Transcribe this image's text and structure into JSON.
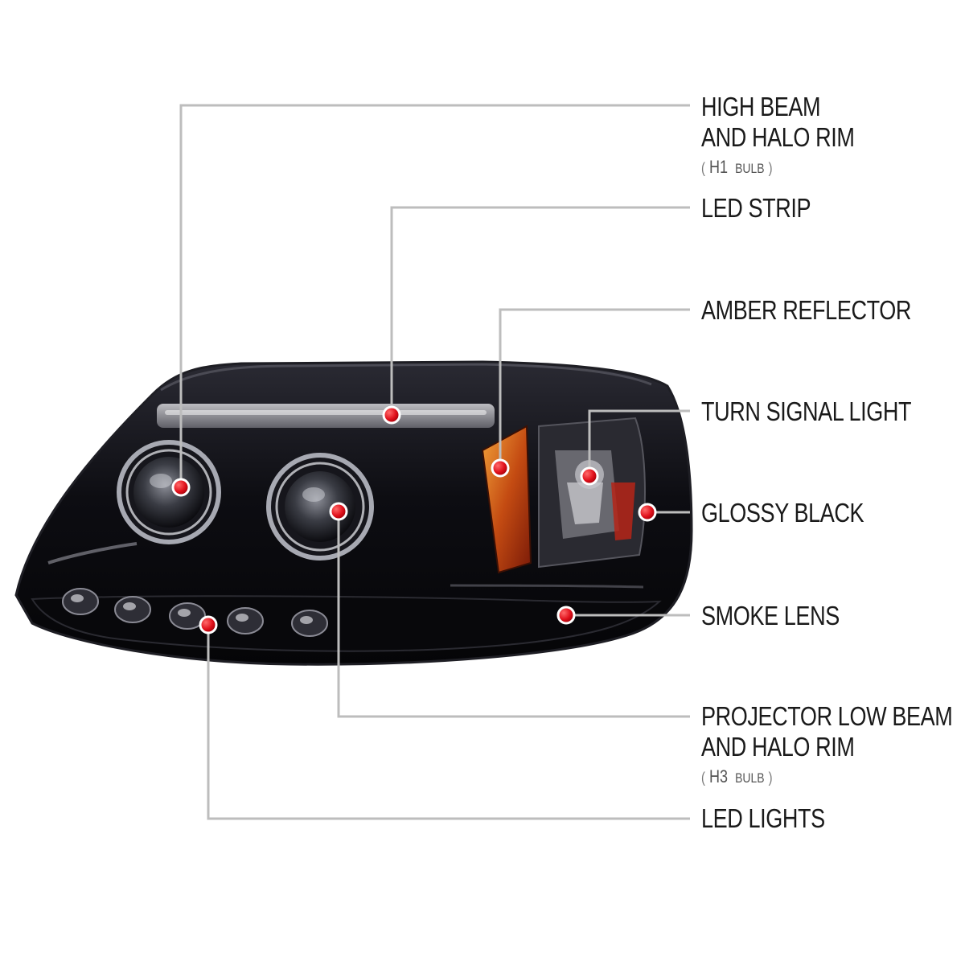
{
  "colors": {
    "leader_line": "#bdbdbd",
    "marker": "#e0101b",
    "marker_highlight": "#ffffff",
    "label_text": "#1a1a1a",
    "housing": "#101014"
  },
  "callouts": [
    {
      "id": "high-beam",
      "lines": [
        "HIGH BEAM",
        "AND HALO RIM"
      ],
      "bulb": {
        "code": "H1",
        "word": "BULB"
      }
    },
    {
      "id": "led-strip",
      "lines": [
        "LED STRIP"
      ]
    },
    {
      "id": "amber-reflector",
      "lines": [
        "AMBER REFLECTOR"
      ]
    },
    {
      "id": "turn-signal",
      "lines": [
        "TURN SIGNAL LIGHT"
      ]
    },
    {
      "id": "glossy-black",
      "lines": [
        "GLOSSY BLACK"
      ]
    },
    {
      "id": "smoke-lens",
      "lines": [
        "SMOKE LENS"
      ]
    },
    {
      "id": "projector-low-beam",
      "lines": [
        "PROJECTOR LOW BEAM",
        "AND HALO RIM"
      ],
      "bulb": {
        "code": "H3",
        "word": "BULB"
      }
    },
    {
      "id": "led-lights",
      "lines": [
        "LED LIGHTS"
      ]
    }
  ]
}
